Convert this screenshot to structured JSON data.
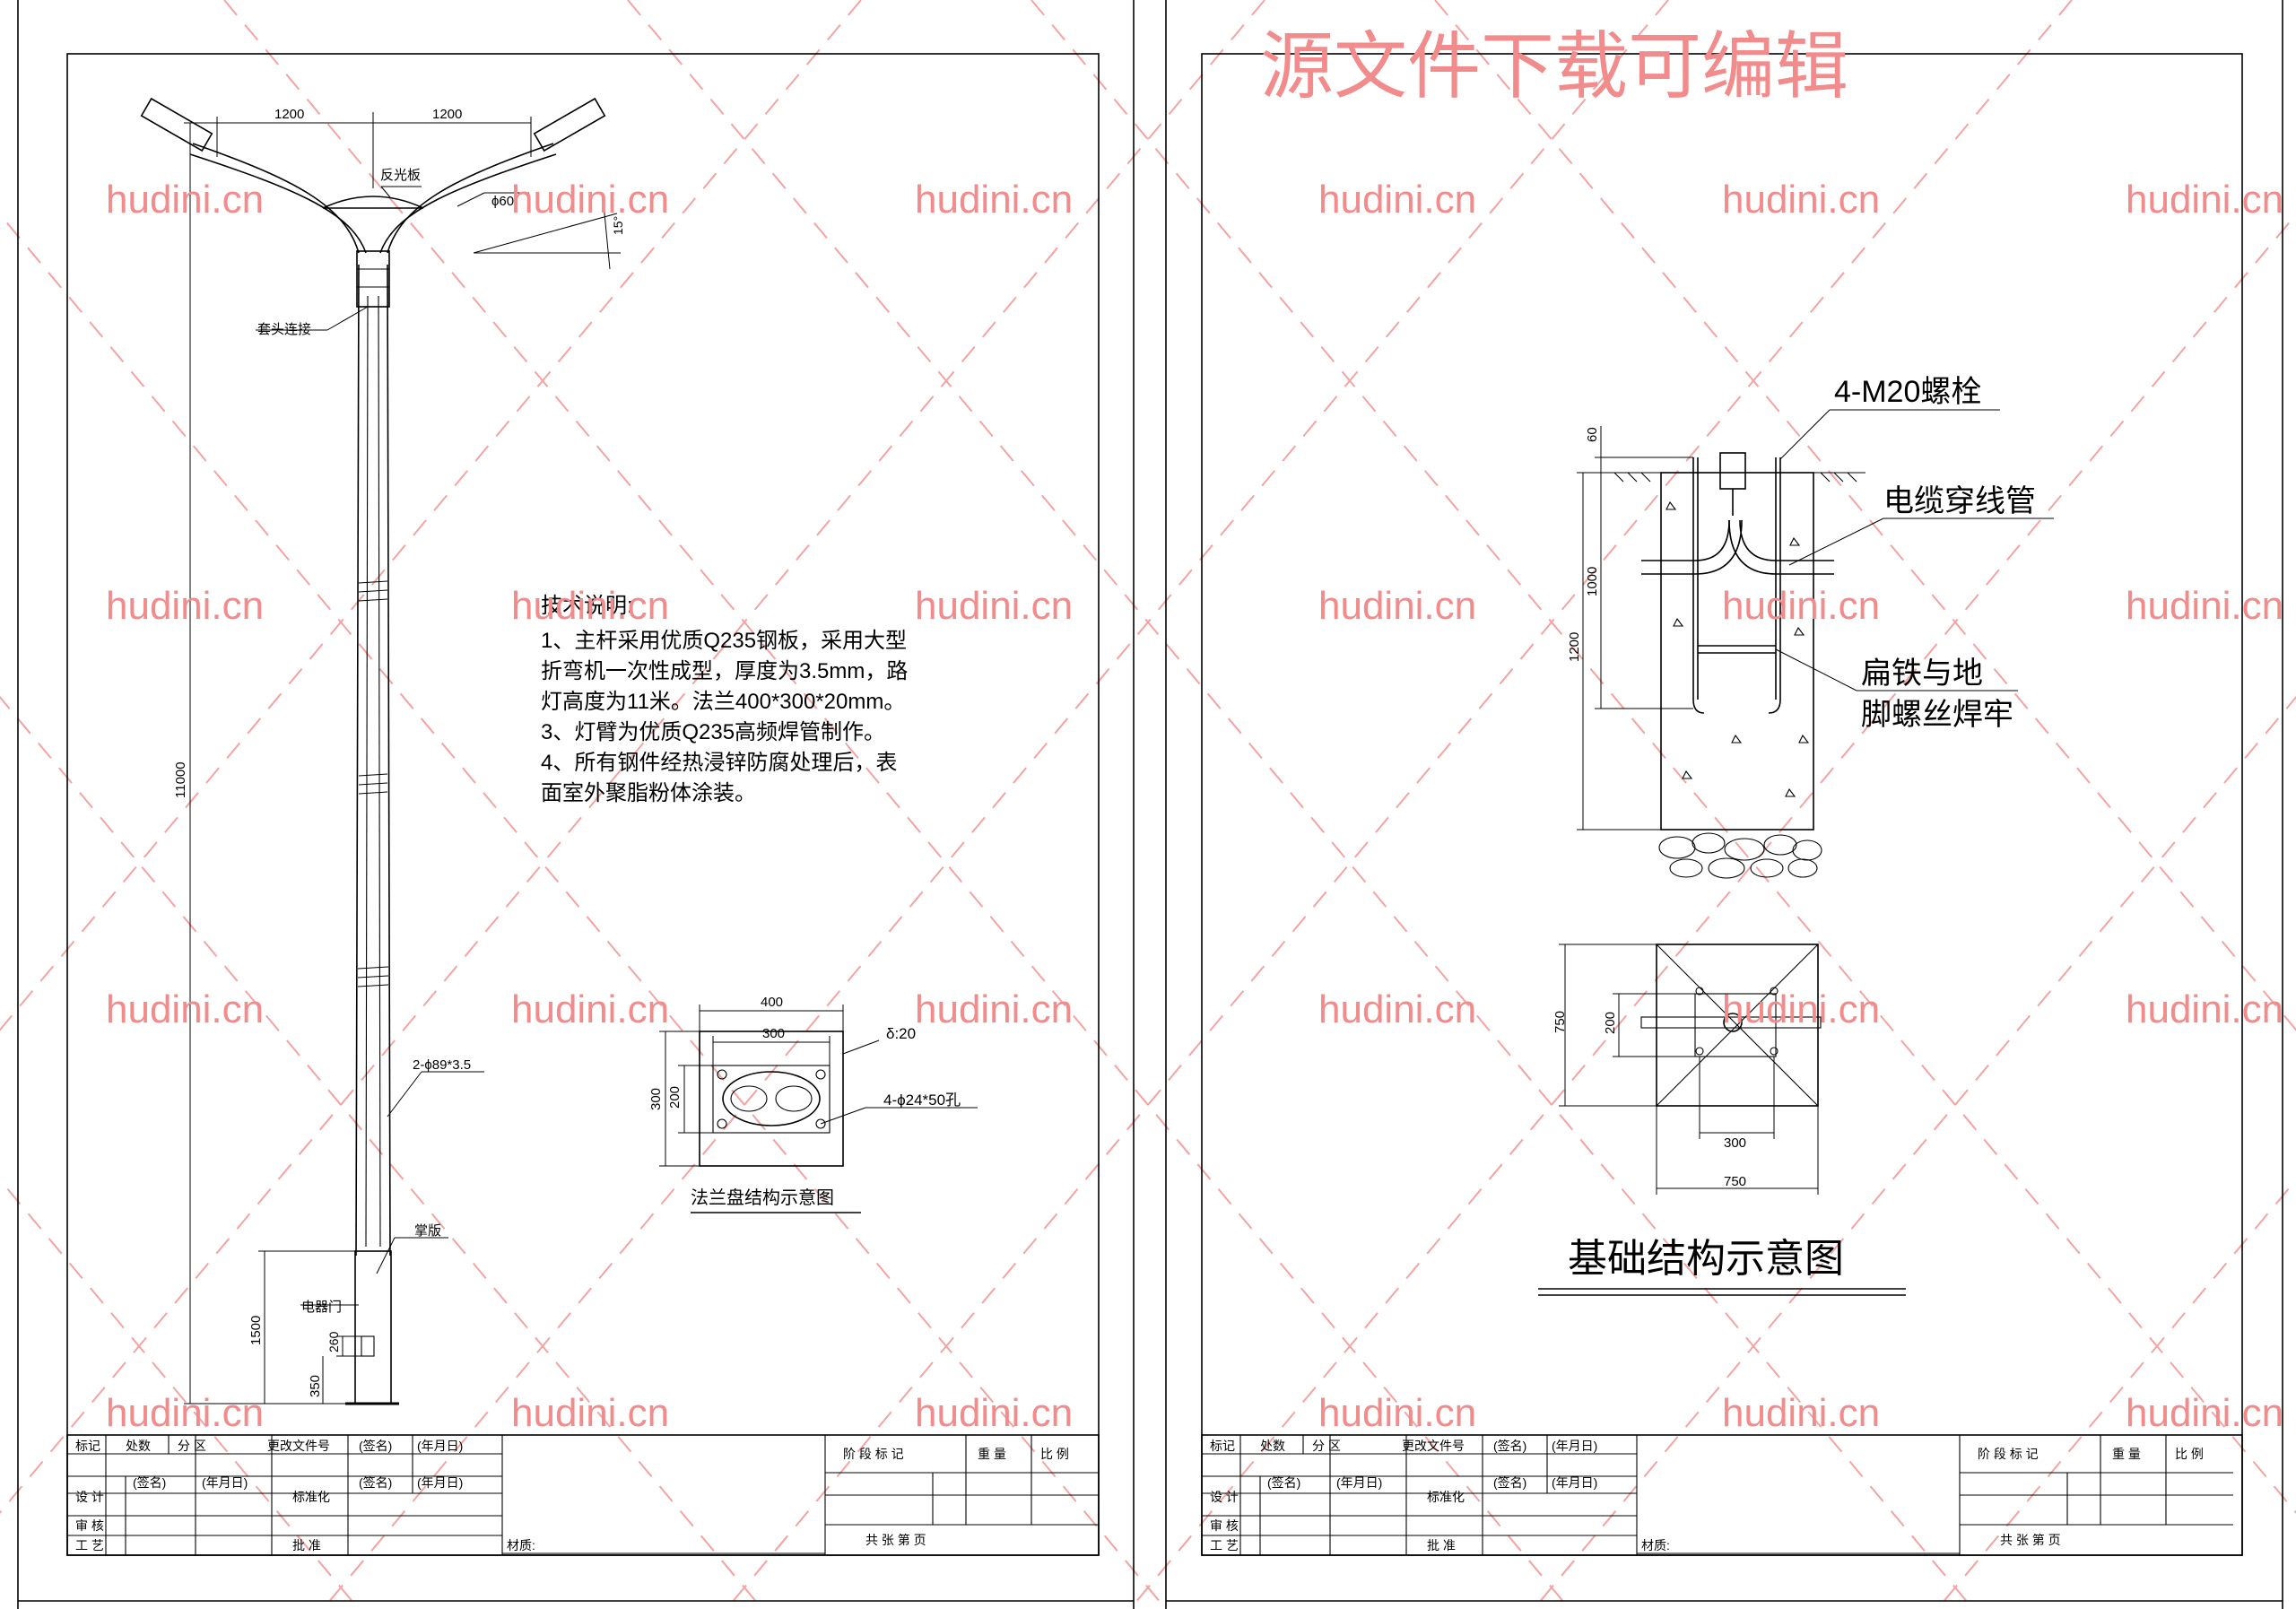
{
  "left_sheet": {
    "pole": {
      "dim_arm_left": "1200",
      "dim_arm_right": "1200",
      "reflector_label": "反光板",
      "arm_dia_label": "ϕ60",
      "angle_label": "15°",
      "sleeve_label": "套头连接",
      "height_label": "11000",
      "section_label": "2-ϕ89*3.5",
      "door_label": "掌版",
      "appliance_label": "电器门",
      "dim_1500": "1500",
      "dim_260": "260",
      "dim_350": "350"
    },
    "tech_notes": {
      "title": "技术说明:",
      "lines": [
        "1、主杆采用优质Q235钢板，采用大型",
        "折弯机一次性成型，厚度为3.5mm，路",
        "灯高度为11米。法兰400*300*20mm。",
        "3、灯臂为优质Q235高频焊管制作。",
        "4、所有钢件经热浸锌防腐处理后，表",
        "面室外聚脂粉体涂装。"
      ]
    },
    "flange": {
      "dim_400": "400",
      "dim_300": "300",
      "dim_h300": "300",
      "dim_h200": "200",
      "thickness_label": "δ:20",
      "holes_label": "4-ϕ24*50孔",
      "caption": "法兰盘结构示意图"
    }
  },
  "right_sheet": {
    "banner": "源文件下载可编辑",
    "foundation": {
      "bolt_label": "4-M20螺栓",
      "conduit_label": "电缆穿线管",
      "weld_label_1": "扁铁与地",
      "weld_label_2": "脚螺丝焊牢",
      "dim_60": "60",
      "dim_1000": "1000",
      "dim_1200": "1200",
      "plan_750_v": "750",
      "plan_200": "200",
      "plan_300": "300",
      "plan_750_h": "750",
      "caption": "基础结构示意图"
    }
  },
  "title_block": {
    "row1": [
      "标记",
      "处数",
      "分 区",
      "更改文件号",
      "(签名)",
      "(年月日)"
    ],
    "design": "设 计",
    "sign": "(签名)",
    "date": "(年月日)",
    "standard": "标准化",
    "review": "审 核",
    "process": "工 艺",
    "approve": "批 准",
    "material": "材质:",
    "stage": "阶 段 标 记",
    "weight": "重 量",
    "scale": "比 例",
    "pages": "共    张    第    页"
  },
  "watermark": "hudini.cn"
}
